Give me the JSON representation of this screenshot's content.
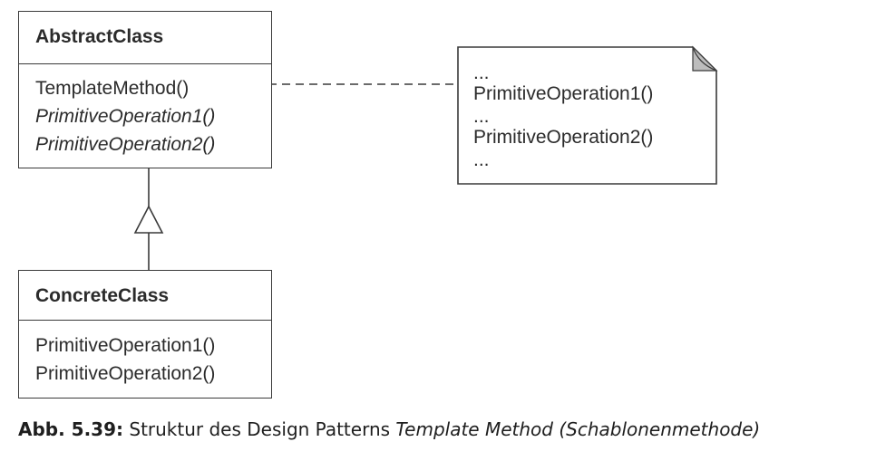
{
  "abstract_class": {
    "name": "AbstractClass",
    "operations": [
      {
        "text": "TemplateMethod()",
        "italic": false
      },
      {
        "text": "PrimitiveOperation1()",
        "italic": true
      },
      {
        "text": "PrimitiveOperation2()",
        "italic": true
      }
    ]
  },
  "concrete_class": {
    "name": "ConcreteClass",
    "operations": [
      {
        "text": "PrimitiveOperation1()"
      },
      {
        "text": "PrimitiveOperation2()"
      }
    ]
  },
  "note": {
    "lines": [
      "...",
      "PrimitiveOperation1()",
      "...",
      "PrimitiveOperation2()",
      "..."
    ]
  },
  "caption": {
    "figure": "Abb. 5.39:",
    "text": " Struktur des Design Patterns ",
    "italic_text": "Template Method (Schablonenmethode)"
  }
}
